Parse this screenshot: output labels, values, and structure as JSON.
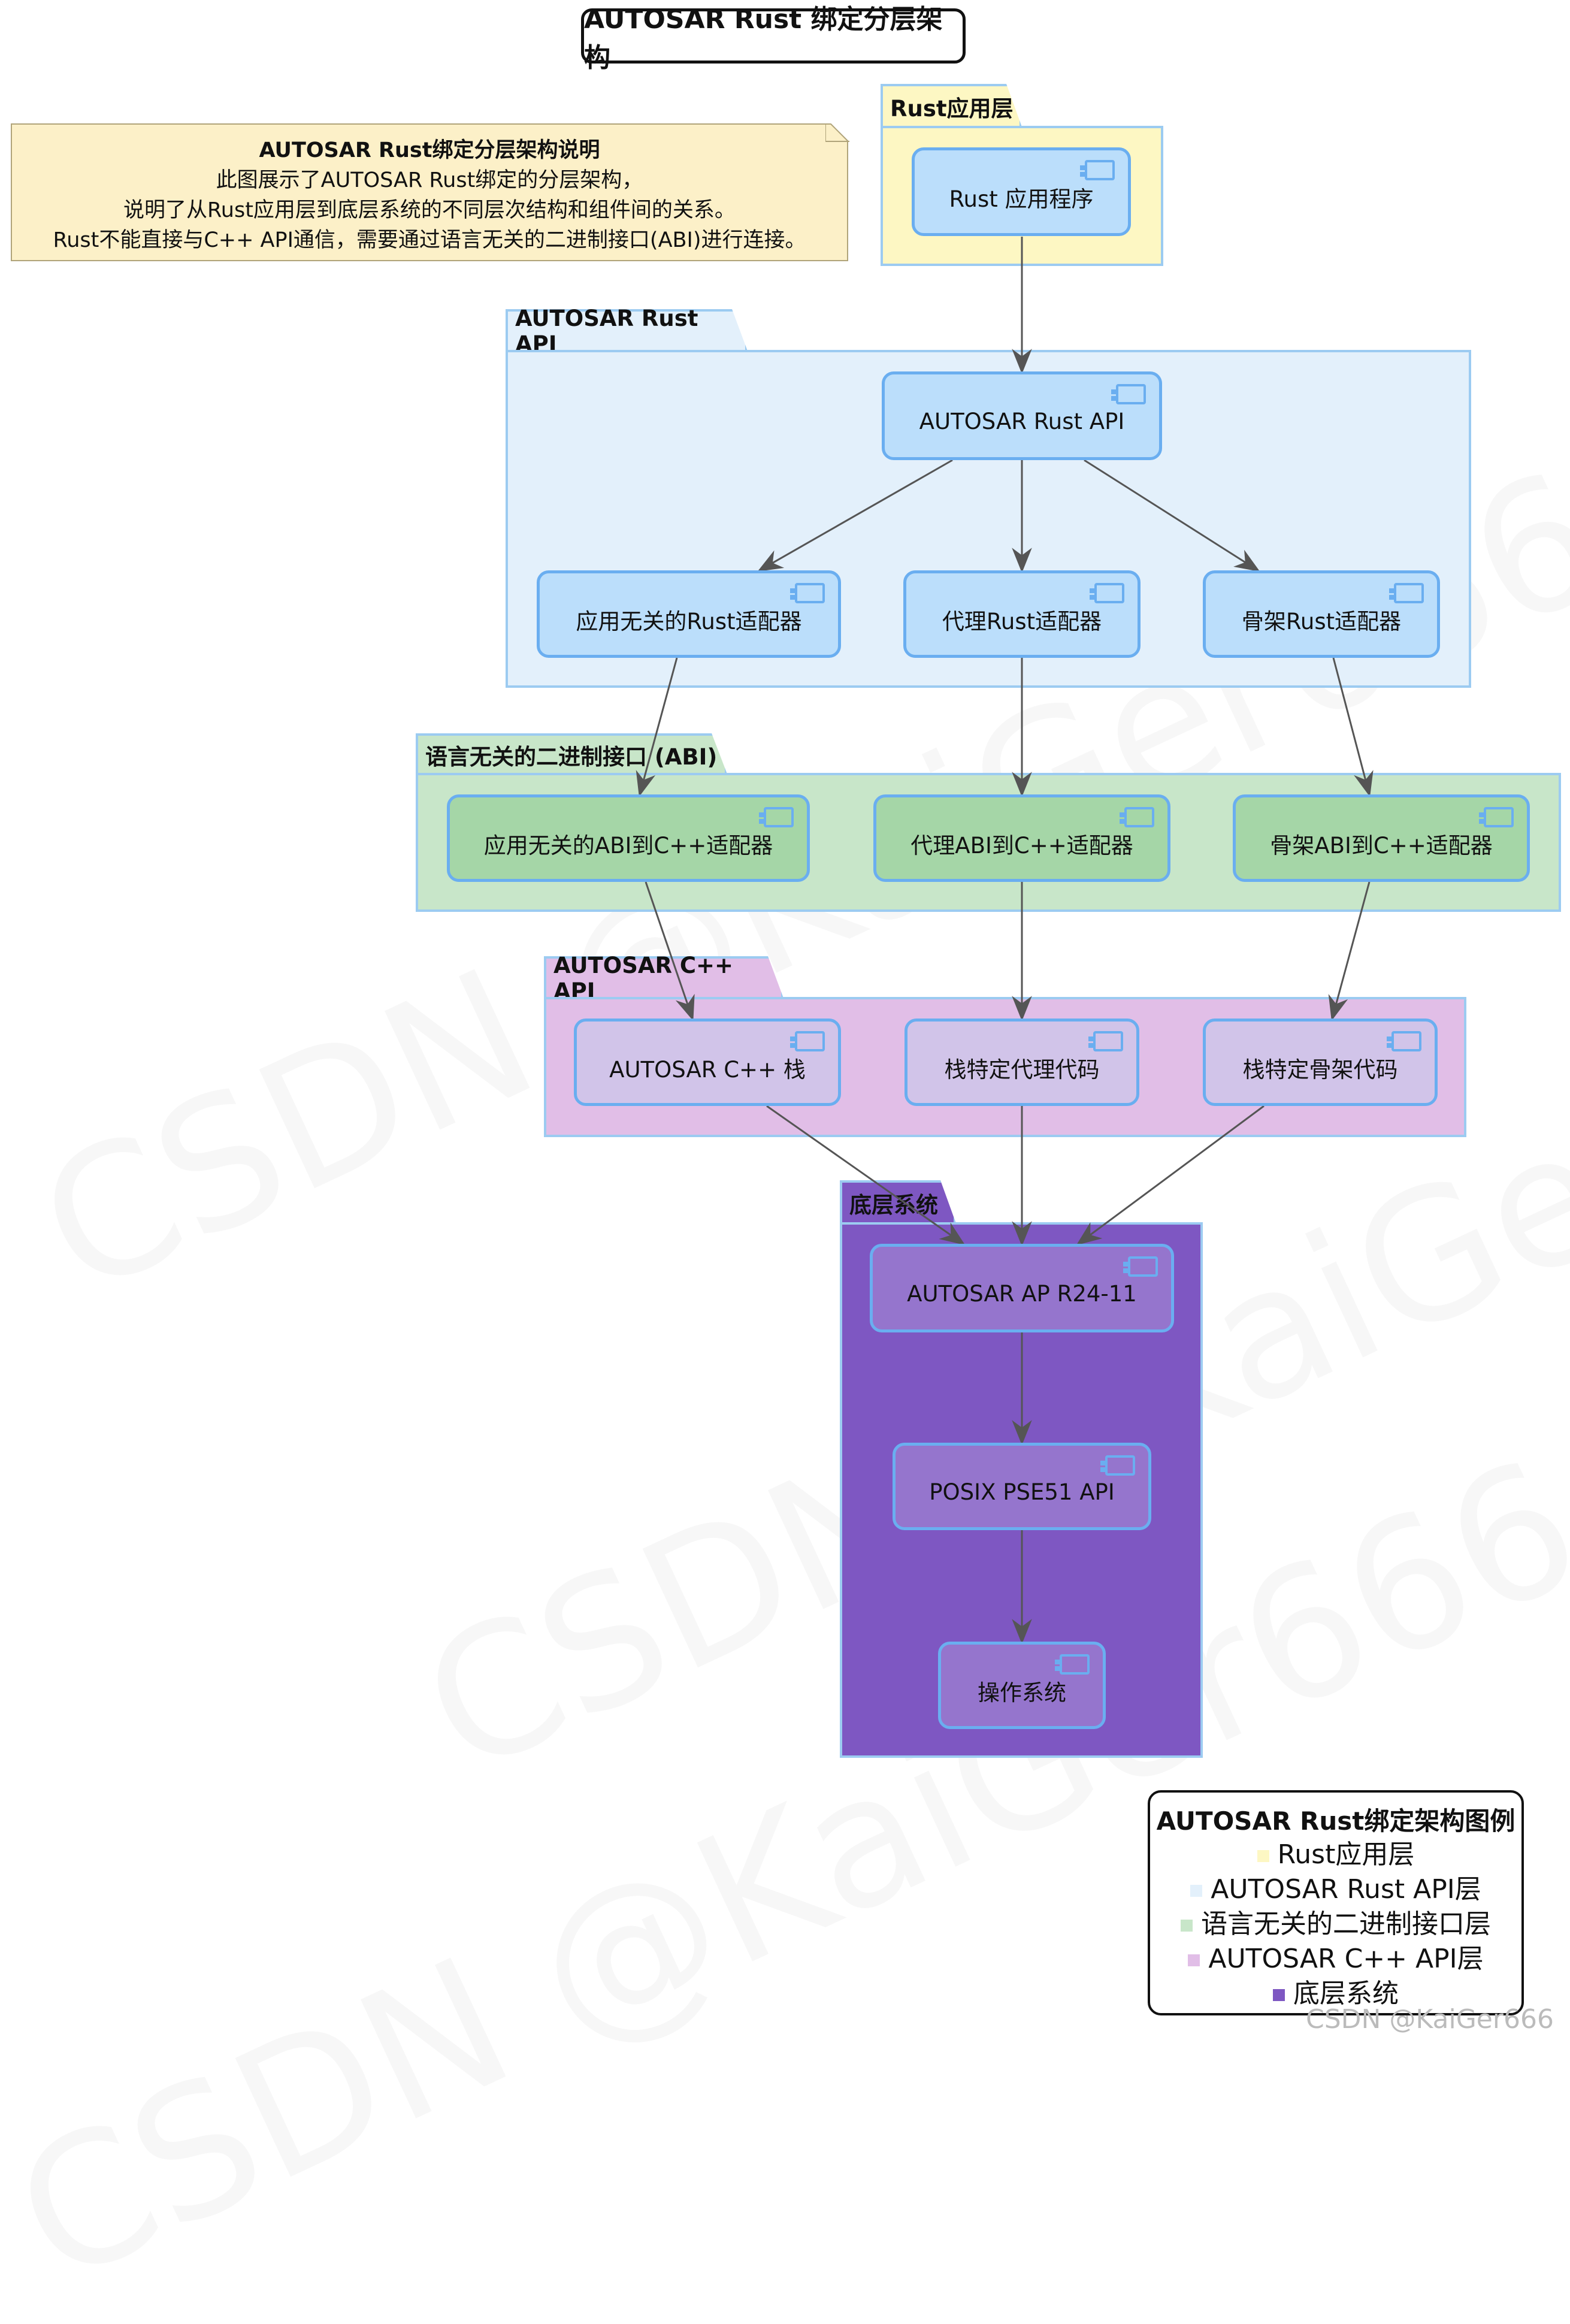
{
  "title": "AUTOSAR Rust 绑定分层架构",
  "note": {
    "title": "AUTOSAR Rust绑定分层架构说明",
    "lines": [
      "此图展示了AUTOSAR Rust绑定的分层架构，",
      "说明了从Rust应用层到底层系统的不同层次结构和组件间的关系。",
      "Rust不能直接与C++ API通信，需要通过语言无关的二进制接口(ABI)进行连接。"
    ]
  },
  "packages": {
    "rust_app": "Rust应用层",
    "rust_api": "AUTOSAR Rust API",
    "abi": "语言无关的二进制接口 (ABI)",
    "cpp_api": "AUTOSAR C++ API",
    "base": "底层系统"
  },
  "components": {
    "rust_app": "Rust 应用程序",
    "rust_api": "AUTOSAR Rust API",
    "app_ind_rust": "应用无关的Rust适配器",
    "proxy_rust": "代理Rust适配器",
    "skel_rust": "骨架Rust适配器",
    "app_ind_abi": "应用无关的ABI到C++适配器",
    "proxy_abi": "代理ABI到C++适配器",
    "skel_abi": "骨架ABI到C++适配器",
    "cpp_stack": "AUTOSAR C++ 栈",
    "proxy_code": "栈特定代理代码",
    "skel_code": "栈特定骨架代码",
    "ap": "AUTOSAR AP R24-11",
    "posix": "POSIX PSE51 API",
    "os": "操作系统"
  },
  "legend": {
    "title": "AUTOSAR Rust绑定架构图例",
    "items": [
      {
        "label": "Rust应用层",
        "color": "#fdf7c3"
      },
      {
        "label": "AUTOSAR Rust API层",
        "color": "#e3f0fb"
      },
      {
        "label": "语言无关的二进制接口层",
        "color": "#c8e6c9"
      },
      {
        "label": "AUTOSAR C++ API层",
        "color": "#e1bee7"
      },
      {
        "label": "底层系统",
        "color": "#7e57c2"
      }
    ]
  },
  "watermark": "CSDN @KaiGer666",
  "colors": {
    "accent_border": "#6aaef0",
    "edge": "#555555"
  }
}
